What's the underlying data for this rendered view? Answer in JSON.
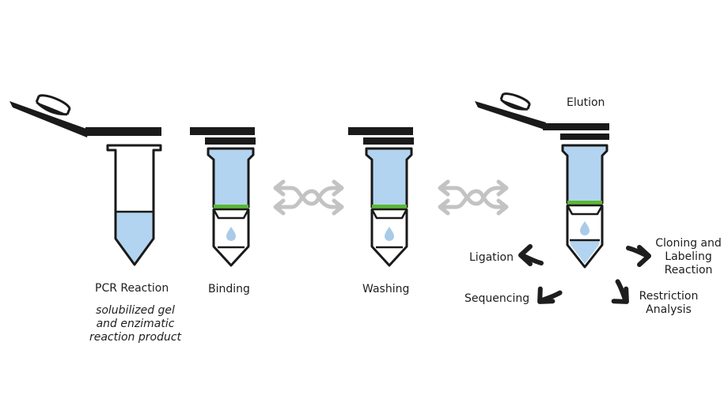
{
  "steps": {
    "pcr": {
      "label": "PCR Reaction"
    },
    "binding": {
      "label": "Binding"
    },
    "washing": {
      "label": "Washing"
    },
    "elution": {
      "label": "Elution"
    }
  },
  "note": {
    "line1": "solubilized gel",
    "line2": "and enzimatic",
    "line3": "reaction product"
  },
  "applications": {
    "ligation": "Ligation",
    "sequencing": "Sequencing",
    "cloning_line1": "Cloning and",
    "cloning_line2": "Labeling",
    "cloning_line3": "Reaction",
    "restriction_line1": "Restriction",
    "restriction_line2": "Analysis"
  },
  "colors": {
    "outline": "#1a1a1a",
    "liquid": "#b3d4f0",
    "membrane": "#5ab833",
    "drop": "#a9cbe8",
    "mix_arrows": "#c3c3c3",
    "application_arrows": "#1e1e1e"
  },
  "icons": {
    "mix": "bidirectional-swirl-arrows-icon",
    "output": "curved-arrow-icon",
    "drop": "water-drop-icon"
  }
}
